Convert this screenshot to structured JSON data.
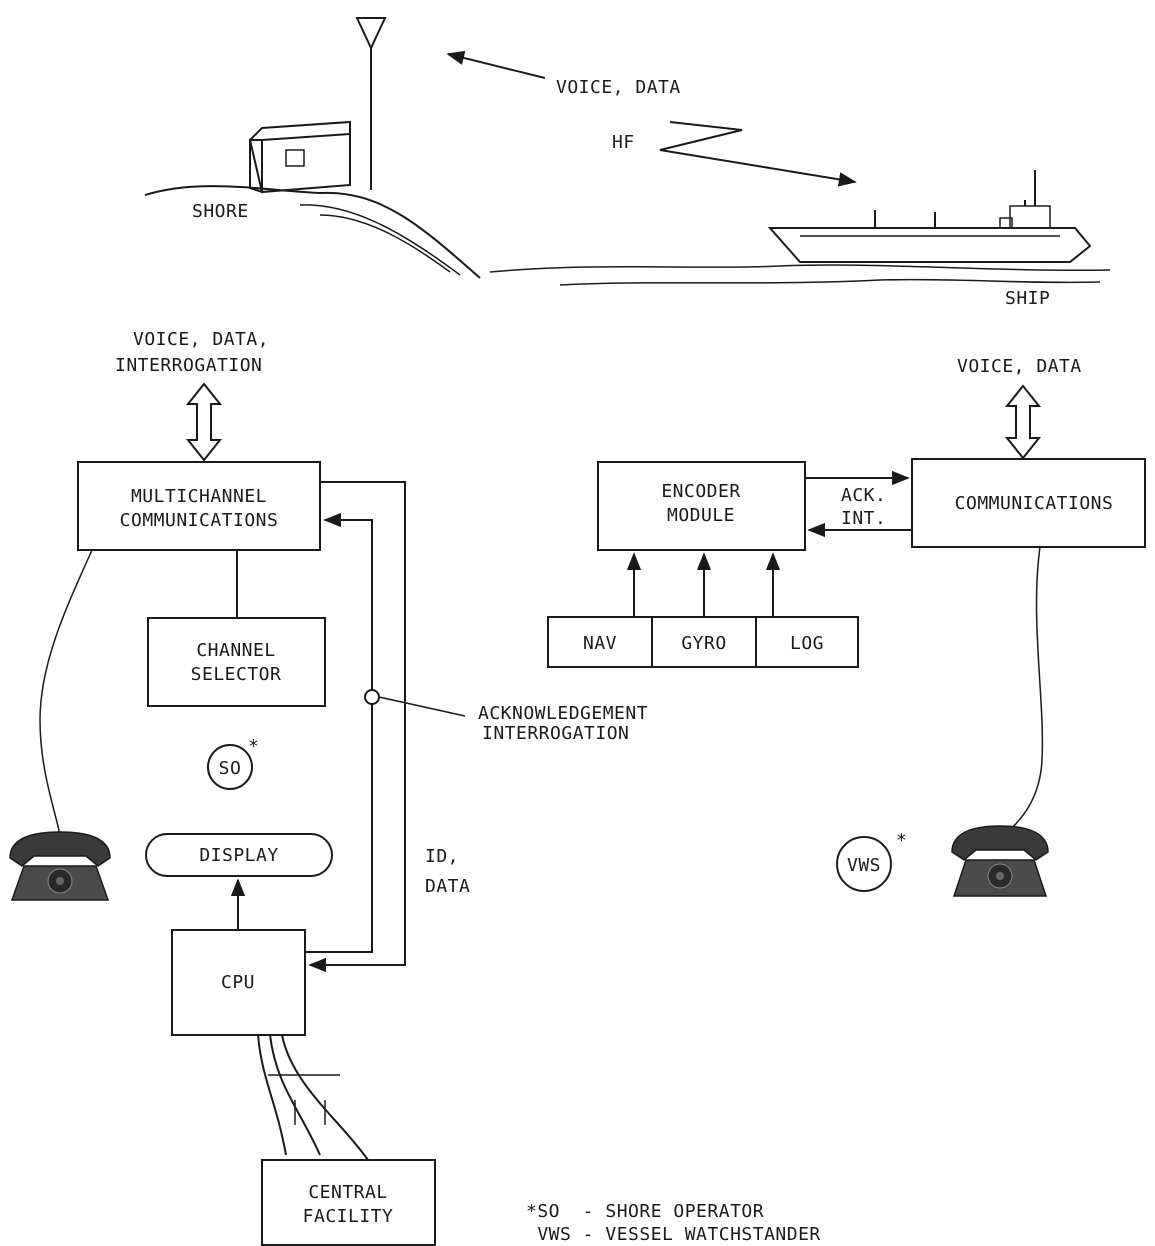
{
  "top": {
    "voice_data": "VOICE, DATA",
    "hf": "HF",
    "shore": "SHORE",
    "ship": "SHIP"
  },
  "shore_side": {
    "link_label_1": "VOICE, DATA,",
    "link_label_2": "INTERROGATION",
    "multichannel_1": "MULTICHANNEL",
    "multichannel_2": "COMMUNICATIONS",
    "channel_selector_1": "CHANNEL",
    "channel_selector_2": "SELECTOR",
    "ack_1": "ACKNOWLEDGEMENT",
    "ack_2": "INTERROGATION",
    "so": "SO",
    "so_star": "*",
    "display": "DISPLAY",
    "id_data_1": "ID,",
    "id_data_2": "DATA",
    "cpu": "CPU",
    "central_1": "CENTRAL",
    "central_2": "FACILITY"
  },
  "ship_side": {
    "link_label": "VOICE, DATA",
    "encoder_1": "ENCODER",
    "encoder_2": "MODULE",
    "ack": "ACK.",
    "int": "INT.",
    "communications": "COMMUNICATIONS",
    "nav": "NAV",
    "gyro": "GYRO",
    "log": "LOG",
    "vws": "VWS",
    "vws_star": "*"
  },
  "legend": {
    "line_1": "*SO  - SHORE OPERATOR",
    "line_2": " VWS - VESSEL WATCHSTANDER"
  }
}
